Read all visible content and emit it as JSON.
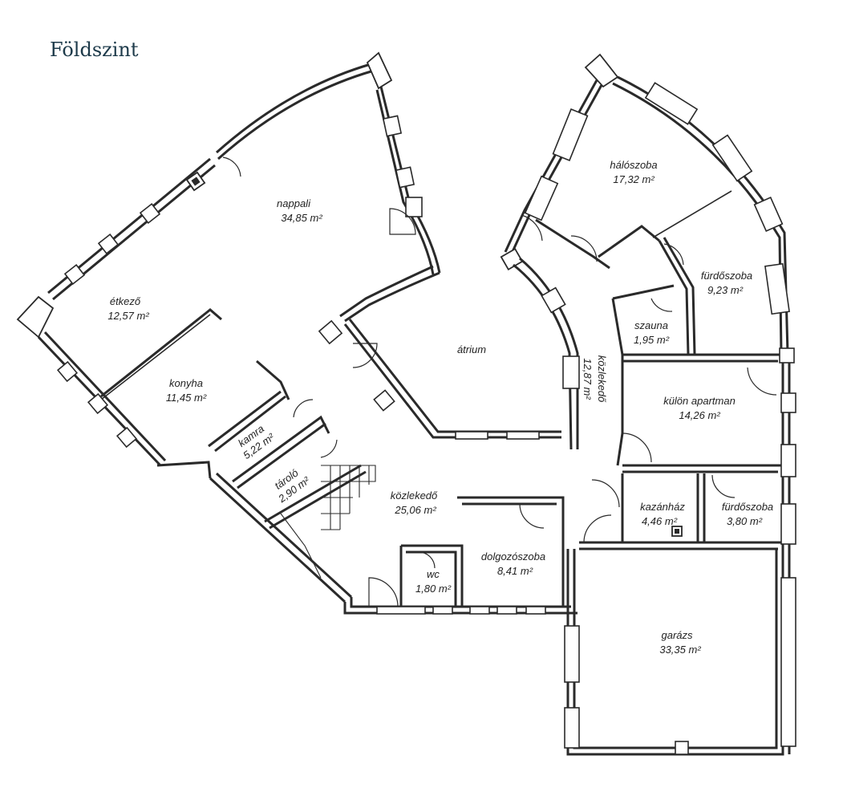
{
  "title": "Földszint",
  "rooms": [
    {
      "id": "nappali",
      "name": "nappali",
      "area": "34,85 m²"
    },
    {
      "id": "etkezo",
      "name": "étkező",
      "area": "12,57 m²"
    },
    {
      "id": "konyha",
      "name": "konyha",
      "area": "11,45 m²"
    },
    {
      "id": "kamra",
      "name": "kamra",
      "area": "5,22 m²"
    },
    {
      "id": "tarolo",
      "name": "tároló",
      "area": "2,90 m²"
    },
    {
      "id": "atrium",
      "name": "átrium",
      "area": ""
    },
    {
      "id": "kozlekedo-main",
      "name": "közlekedő",
      "area": "25,06 m²"
    },
    {
      "id": "wc",
      "name": "wc",
      "area": "1,80 m²"
    },
    {
      "id": "dolgozoszoba",
      "name": "dolgozószoba",
      "area": "8,41 m²"
    },
    {
      "id": "haloszoba",
      "name": "hálószoba",
      "area": "17,32 m²"
    },
    {
      "id": "furdoszoba-1",
      "name": "fürdőszoba",
      "area": "9,23 m²"
    },
    {
      "id": "szauna",
      "name": "szauna",
      "area": "1,95 m²"
    },
    {
      "id": "kozlekedo-vertical",
      "name": "közlekedő",
      "area": "12,87 m²"
    },
    {
      "id": "kulon-apartman",
      "name": "külön apartman",
      "area": "14,26 m²"
    },
    {
      "id": "kazanhaz",
      "name": "kazánház",
      "area": "4,46 m²"
    },
    {
      "id": "furdoszoba-2",
      "name": "fürdőszoba",
      "area": "3,80 m²"
    },
    {
      "id": "garazs",
      "name": "garázs",
      "area": "33,35 m²"
    }
  ]
}
